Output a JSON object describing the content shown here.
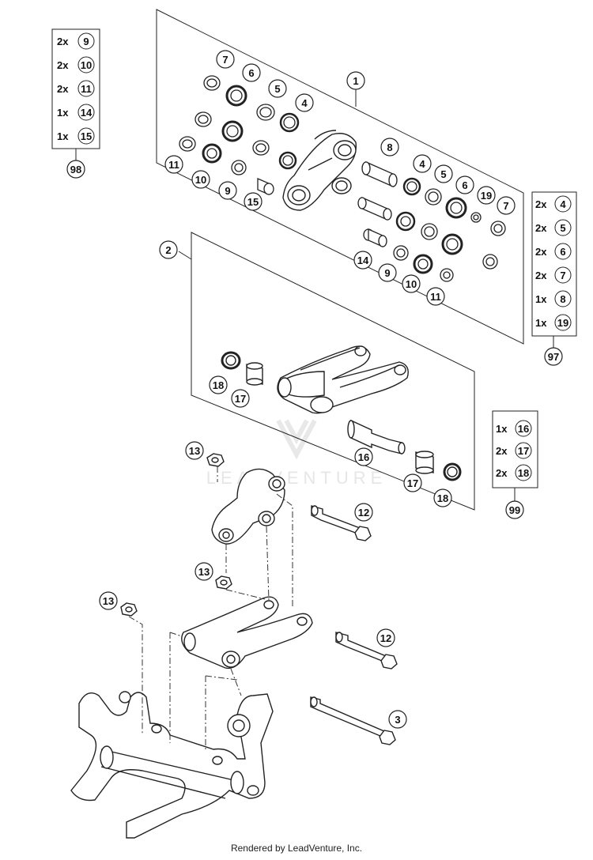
{
  "diagram": {
    "watermark": "LEADVENTURE",
    "footer": "Rendered by LeadVenture, Inc.",
    "callouts": {
      "c1": "1",
      "c2": "2",
      "c3": "3",
      "c4a": "4",
      "c4b": "4",
      "c5a": "5",
      "c5b": "5",
      "c6a": "6",
      "c6b": "6",
      "c7a": "7",
      "c7b": "7",
      "c8": "8",
      "c9a": "9",
      "c9b": "9",
      "c10a": "10",
      "c10b": "10",
      "c11a": "11",
      "c11b": "11",
      "c12a": "12",
      "c12b": "12",
      "c13a": "13",
      "c13b": "13",
      "c13c": "13",
      "c14": "14",
      "c15": "15",
      "c16": "16",
      "c17a": "17",
      "c17b": "17",
      "c18a": "18",
      "c18b": "18",
      "c19": "19"
    },
    "kit98": {
      "number": "98",
      "rows": [
        {
          "qty": "2x",
          "part": "9"
        },
        {
          "qty": "2x",
          "part": "10"
        },
        {
          "qty": "2x",
          "part": "11"
        },
        {
          "qty": "1x",
          "part": "14"
        },
        {
          "qty": "1x",
          "part": "15"
        }
      ]
    },
    "kit97": {
      "number": "97",
      "rows": [
        {
          "qty": "2x",
          "part": "4"
        },
        {
          "qty": "2x",
          "part": "5"
        },
        {
          "qty": "2x",
          "part": "6"
        },
        {
          "qty": "2x",
          "part": "7"
        },
        {
          "qty": "1x",
          "part": "8"
        },
        {
          "qty": "1x",
          "part": "19"
        }
      ]
    },
    "kit99": {
      "number": "99",
      "rows": [
        {
          "qty": "1x",
          "part": "16"
        },
        {
          "qty": "2x",
          "part": "17"
        },
        {
          "qty": "2x",
          "part": "18"
        }
      ]
    }
  }
}
